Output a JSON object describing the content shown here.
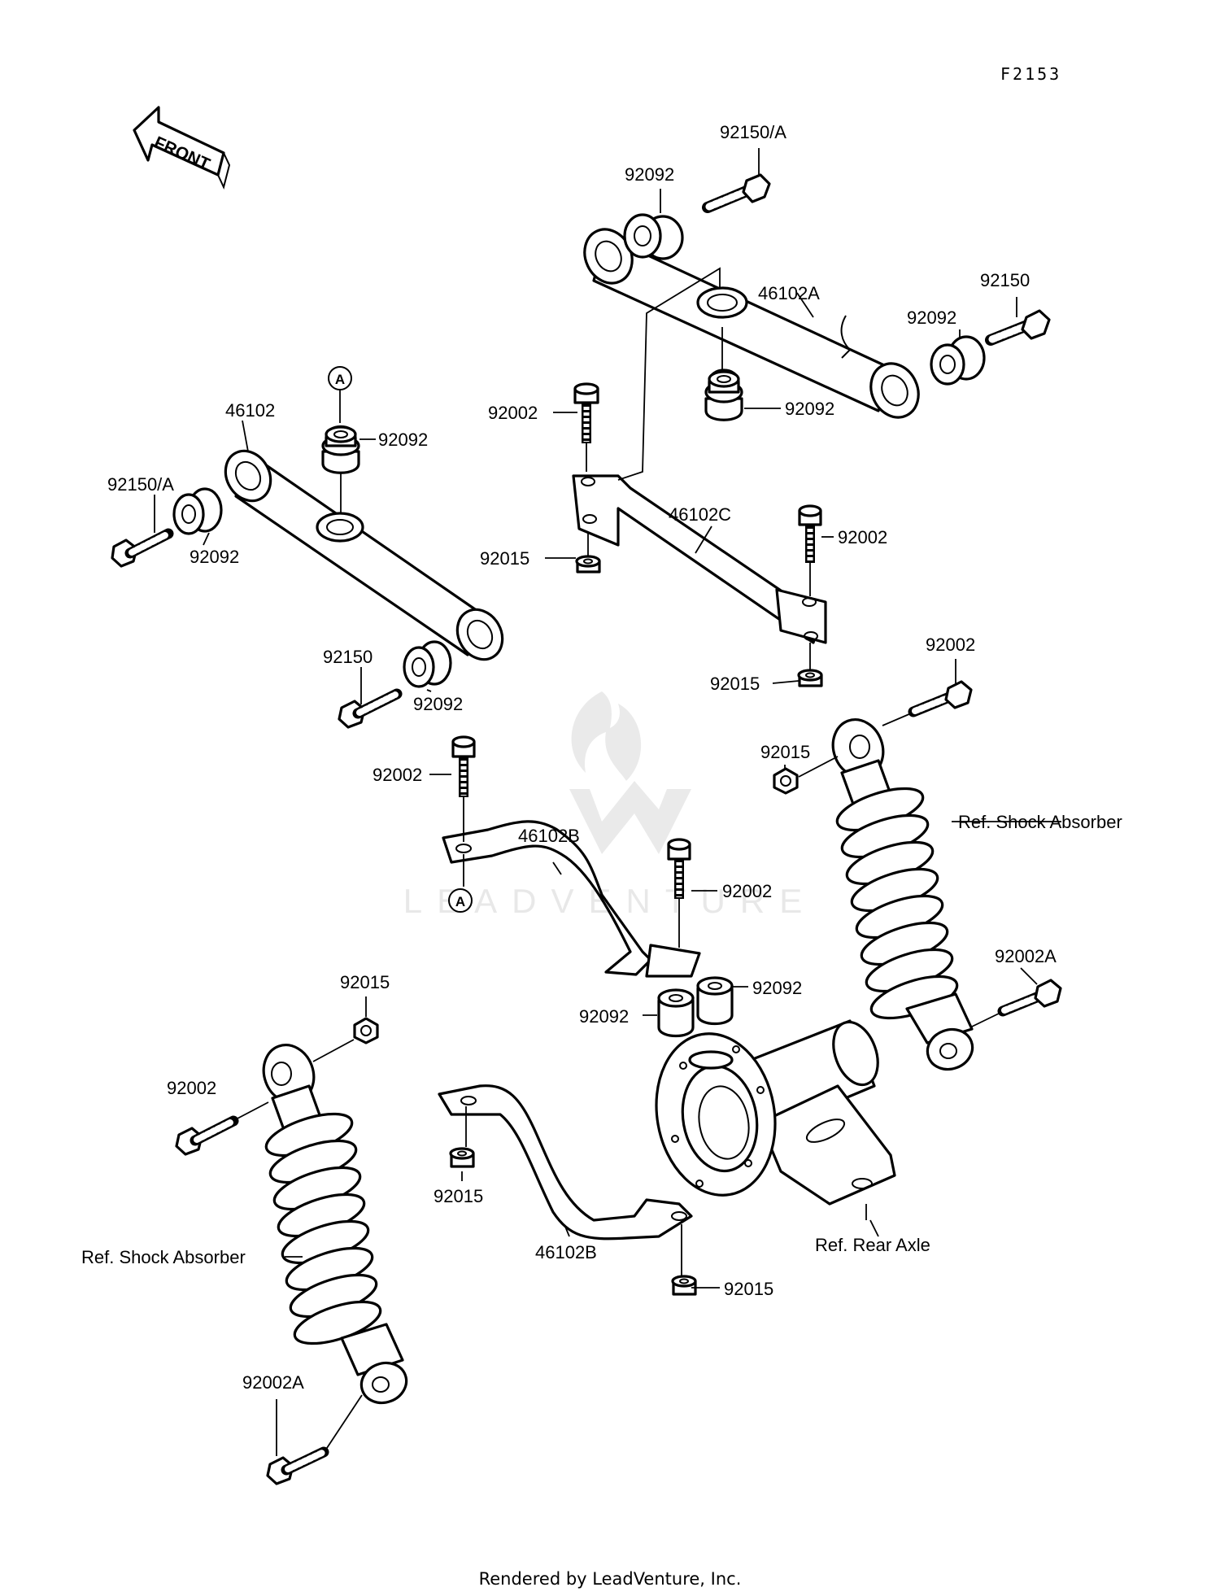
{
  "diagram_code": "F2153",
  "front_arrow_label": "FRONT",
  "watermark": "LEADVENTURE",
  "footer": "Rendered by LeadVenture, Inc.",
  "callout_marker": "A",
  "refs": {
    "shock_right": "Ref. Shock Absorber",
    "shock_left": "Ref. Shock Absorber",
    "rear_axle": "Ref. Rear Axle"
  },
  "parts": {
    "bolt_top": "92150/A",
    "collar_top": "92092",
    "arm_a": "46102A",
    "bolt_right": "92150",
    "collar_right": "92092",
    "collar_arm_a_bottom": "92092",
    "bolt_bracket_left": "92002",
    "arm_c": "46102C",
    "nut_bracket_left": "92015",
    "bolt_bracket_right": "92002",
    "nut_bracket_right": "92015",
    "arm_left": "46102",
    "collar_left_top": "92092",
    "bolt_left": "92150/A",
    "collar_left": "92092",
    "bolt_left_bottom": "92150",
    "collar_left_bottom": "92092",
    "bolt_stay_b": "92002",
    "stay_b_upper": "46102B",
    "bolt_stay_b_right": "92002",
    "bolt_shock_right_top": "92002",
    "nut_shock_right": "92015",
    "bolt_shock_right_bottom": "92002A",
    "collar_axle_right": "92092",
    "collar_axle_left": "92092",
    "nut_shock_left": "92015",
    "bolt_shock_left_top": "92002",
    "nut_stay_lower_left": "92015",
    "stay_b_lower": "46102B",
    "nut_stay_lower_right": "92015",
    "bolt_shock_left_bottom": "92002A"
  }
}
